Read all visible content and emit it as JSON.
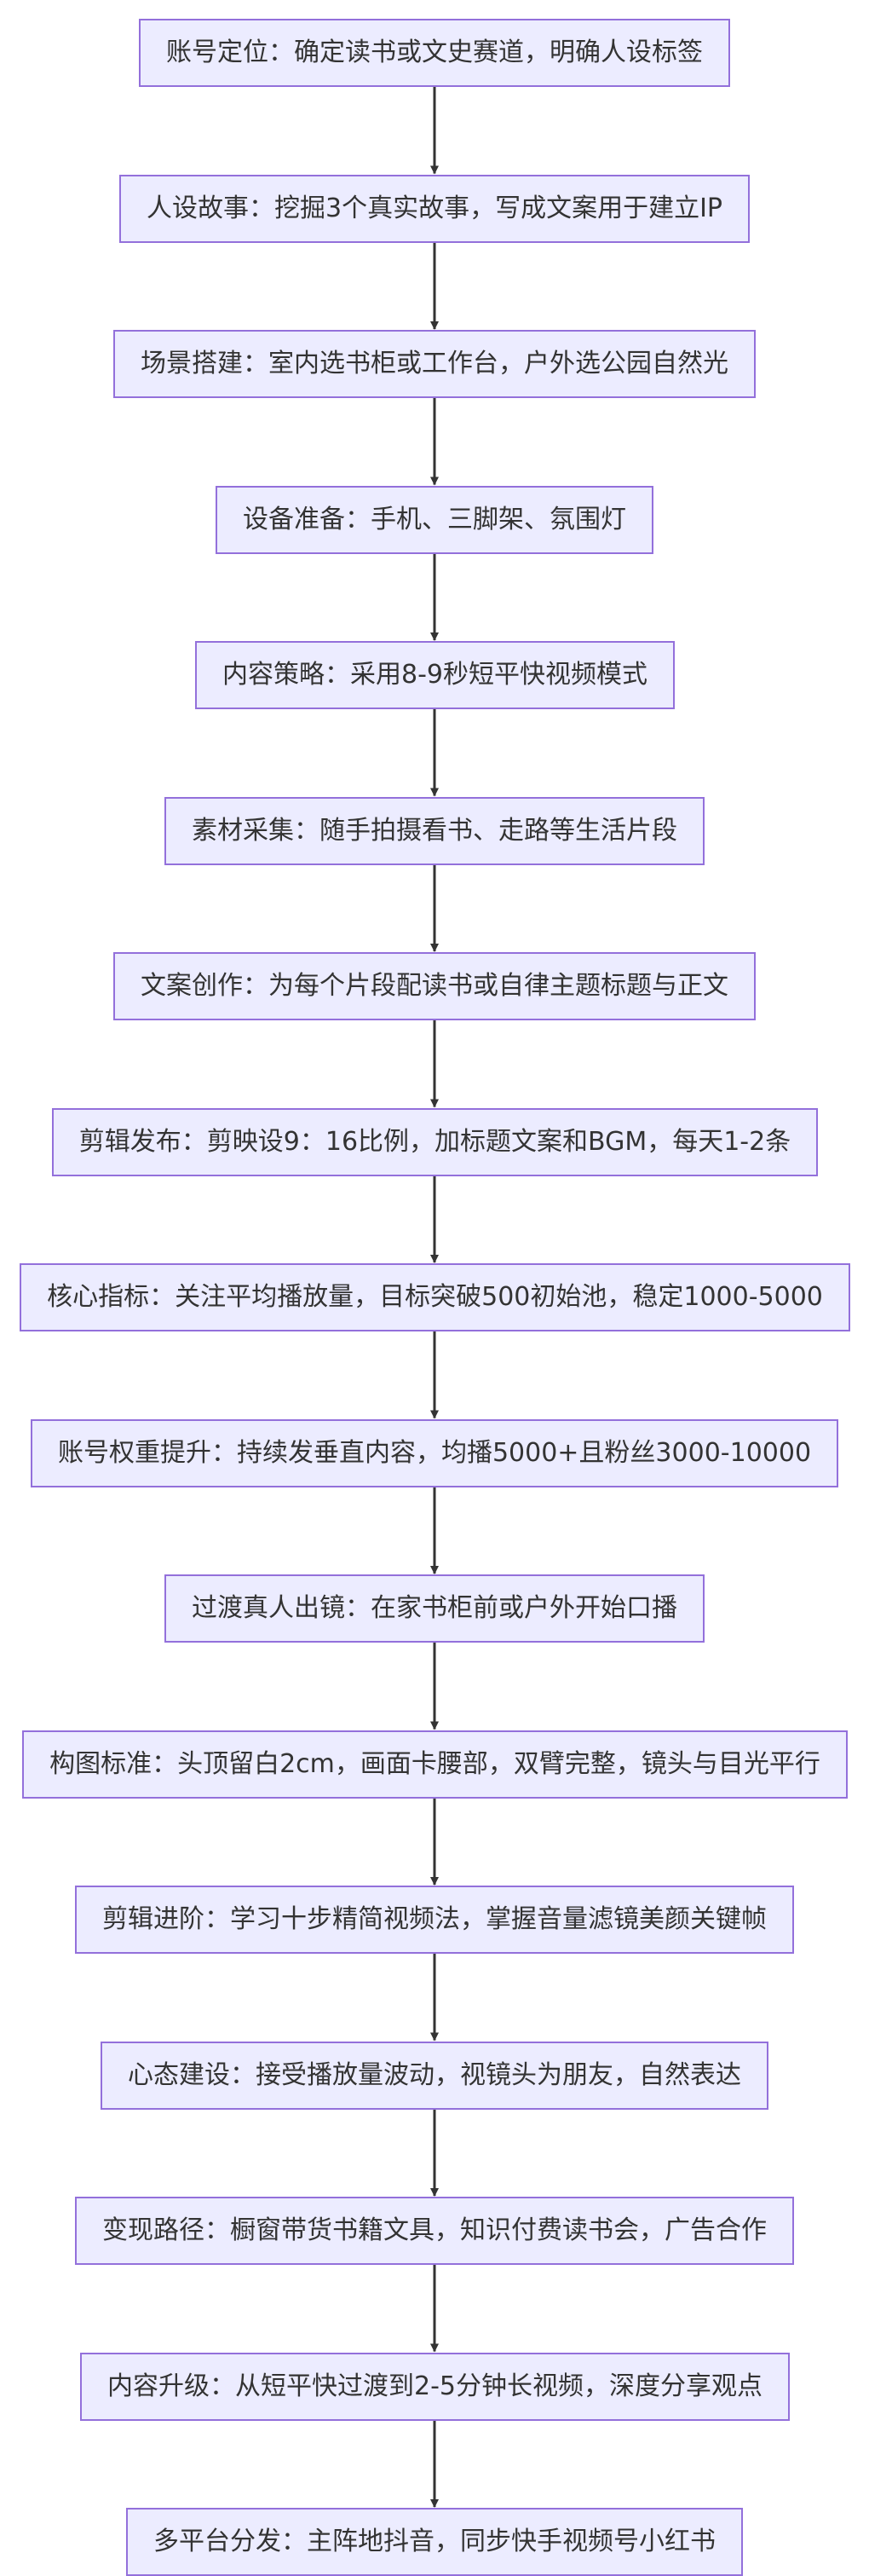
{
  "flowchart": {
    "colors": {
      "node_fill": "#ececff",
      "node_border": "#9370db",
      "text": "#333333",
      "edge": "#333333"
    },
    "nodes": [
      "账号定位：确定读书或文史赛道，明确人设标签",
      "人设故事：挖掘3个真实故事，写成文案用于建立IP",
      "场景搭建：室内选书柜或工作台，户外选公园自然光",
      "设备准备：手机、三脚架、氛围灯",
      "内容策略：采用8-9秒短平快视频模式",
      "素材采集：随手拍摄看书、走路等生活片段",
      "文案创作：为每个片段配读书或自律主题标题与正文",
      "剪辑发布：剪映设9：16比例，加标题文案和BGM，每天1-2条",
      "核心指标：关注平均播放量，目标突破500初始池，稳定1000-5000",
      "账号权重提升：持续发垂直内容，均播5000+且粉丝3000-10000",
      "过渡真人出镜：在家书柜前或户外开始口播",
      "构图标准：头顶留白2cm，画面卡腰部，双臂完整，镜头与目光平行",
      "剪辑进阶：学习十步精简视频法，掌握音量滤镜美颜关键帧",
      "心态建设：接受播放量波动，视镜头为朋友，自然表达",
      "变现路径：橱窗带货书籍文具，知识付费读书会，广告合作",
      "内容升级：从短平快过渡到2-5分钟长视频，深度分享观点",
      "多平台分发：主阵地抖音，同步快手视频号小红书"
    ]
  }
}
